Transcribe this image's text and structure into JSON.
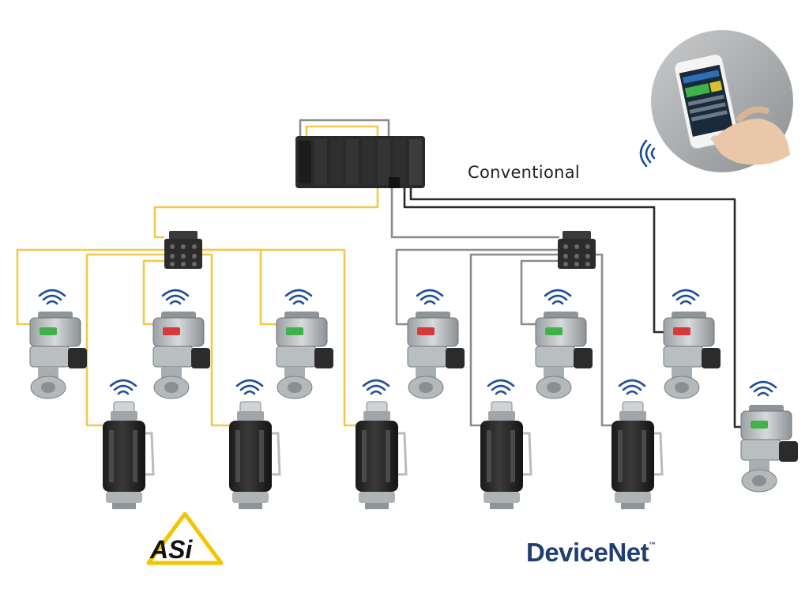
{
  "labels": {
    "conventional": "Conventional"
  },
  "logos": {
    "asi": "ASi",
    "devicenet": "DeviceNet"
  },
  "colors": {
    "asi_cable": "#f2c94c",
    "devicenet_cable": "#8c8c8c",
    "conventional_cable": "#2a2a2a",
    "wireless": "#1f4e9c",
    "status_green": "#3fb34a",
    "status_red": "#d63a3a",
    "asi_logo_yellow": "#f5c400",
    "devicenet_logo_blue": "#1f3f73"
  },
  "icons": [
    "wireless-signal-icon",
    "plc-controller",
    "network-junction-box",
    "smartphone-app"
  ]
}
